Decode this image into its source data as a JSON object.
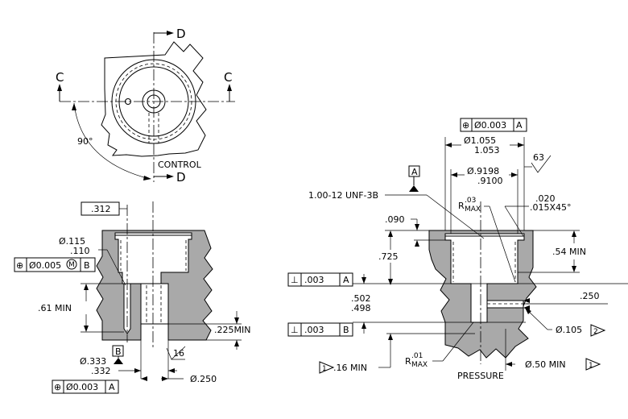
{
  "top_view": {
    "section_d_top": "D",
    "section_d_bottom": "D",
    "section_c_left": "C",
    "section_c_right": "C",
    "angle": "90°",
    "label": "CONTROL"
  },
  "left_view": {
    "dim_312": ".312",
    "dia_115": "Ø.115",
    "dia_110": ".110",
    "fcf_position_mb": {
      "sym": "⊕",
      "tol": "Ø0.005",
      "mod": "M",
      "datum": "B"
    },
    "dim_61_min": ".61 MIN",
    "dim_225_min": ".225MIN",
    "datum_b": "B",
    "dia_333": "Ø.333",
    "dia_332": ".332",
    "fcf_position_a": {
      "sym": "⊕",
      "tol": "Ø0.003",
      "datum": "A"
    },
    "finish_16": "16",
    "dia_250": "Ø.250"
  },
  "right_view": {
    "fcf_top": {
      "sym": "⊕",
      "tol": "Ø0.003",
      "datum": "A"
    },
    "dia_1055": "Ø1.055",
    "dia_1053": "1.053",
    "finish_63": "63",
    "datum_a": "A",
    "dia_9198": "Ø.9198",
    "dia_9100": ".9100",
    "thread": "1.00-12 UNF-3B",
    "r_03": "R",
    "r_03_val": ".03",
    "r_03_sub": "MAX",
    "chamfer_020": ".020",
    "chamfer_015": ".015X45°",
    "dim_090": ".090",
    "dim_725": ".725",
    "dim_54_min": ".54 MIN",
    "perp_003_a": {
      "sym": "⊥",
      "tol": ".003",
      "datum": "A"
    },
    "dim_502": ".502",
    "dim_498": ".498",
    "dim_250": ".250",
    "perp_003_b": {
      "sym": "⊥",
      "tol": ".003",
      "datum": "B"
    },
    "dia_105": "Ø.105",
    "flag_2": "2",
    "dim_16_min": ".16 MIN",
    "flag_1_left": "1",
    "r_01": "R",
    "r_01_val": ".01",
    "r_01_sub": "MAX",
    "dia_50_min": "Ø.50 MIN",
    "flag_1_right": "1",
    "pressure": "PRESSURE"
  }
}
